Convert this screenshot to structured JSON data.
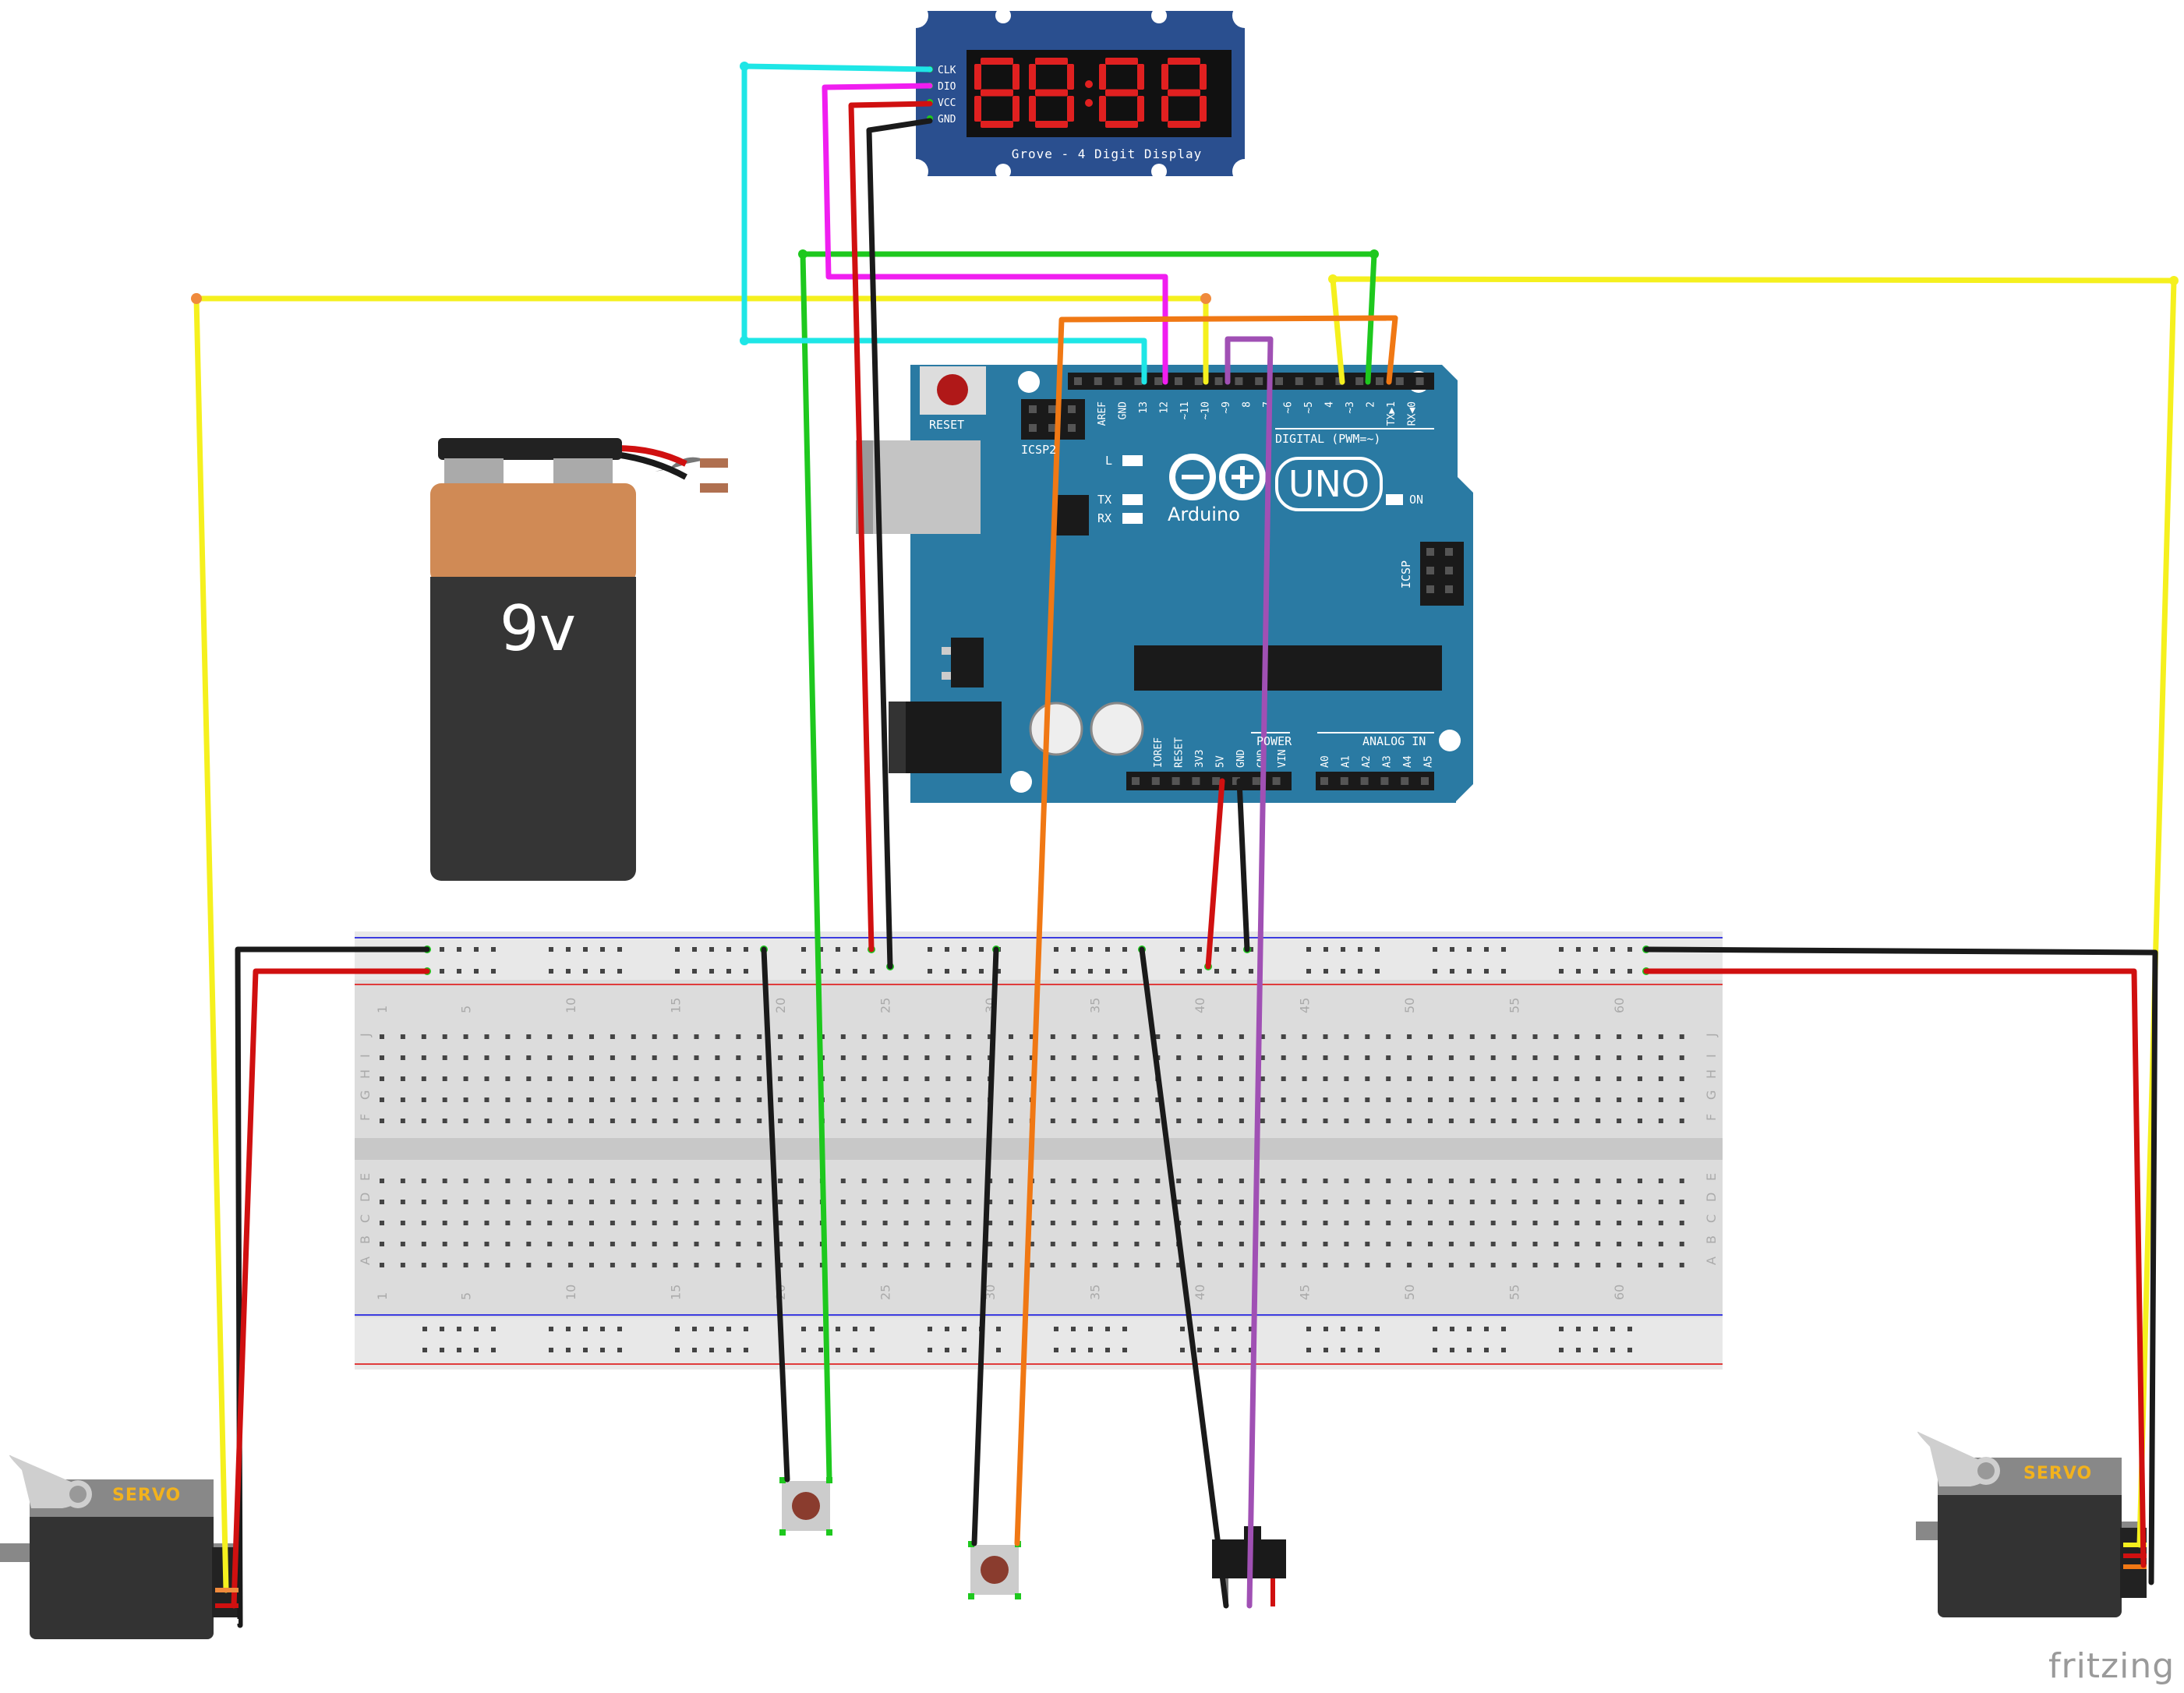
{
  "display": {
    "pins": [
      "CLK",
      "DIO",
      "VCC",
      "GND"
    ],
    "digits": "8888",
    "label": "Grove - 4 Digit Display"
  },
  "battery": {
    "label": "9v"
  },
  "arduino": {
    "model": "UNO",
    "brand": "Arduino",
    "reset_label": "RESET",
    "icsp2_label": "ICSP2",
    "icsp_label": "ICSP",
    "digital_label": "DIGITAL (PWM=~)",
    "power_label": "POWER",
    "analog_label": "ANALOG IN",
    "on_label": "ON",
    "l_label": "L",
    "tx_label": "TX",
    "rx_label": "RX",
    "digital_pins": [
      "AREF",
      "GND",
      "13",
      "12",
      "~11",
      "~10",
      "~9",
      "8",
      "7",
      "~6",
      "~5",
      "4",
      "~3",
      "2",
      "TX▶1",
      "RX◀0"
    ],
    "power_pins": [
      "IOREF",
      "RESET",
      "3V3",
      "5V",
      "GND",
      "GND",
      "VIN"
    ],
    "analog_pins": [
      "A0",
      "A1",
      "A2",
      "A3",
      "A4",
      "A5"
    ]
  },
  "breadboard": {
    "column_numbers": [
      "1",
      "5",
      "10",
      "15",
      "20",
      "25",
      "30",
      "35",
      "40",
      "45",
      "50",
      "55",
      "60"
    ],
    "rows_top": [
      "J",
      "I",
      "H",
      "G",
      "F"
    ],
    "rows_bottom": [
      "E",
      "D",
      "C",
      "B",
      "A"
    ]
  },
  "servos": [
    {
      "label": "SERVO"
    },
    {
      "label": "SERVO"
    }
  ],
  "branding": "fritzing",
  "wire_colors": {
    "yellow": "#f5f01e",
    "green": "#1ec81e",
    "cyan": "#1ee6e6",
    "magenta": "#f01ef0",
    "red": "#d01010",
    "black": "#1a1a1a",
    "orange": "#f07814",
    "purple": "#a050b4"
  },
  "colors": {
    "arduino_board": "#2a7aa3",
    "display_board": "#2a4f8f",
    "digit_red": "#e02020",
    "breadboard": "#dcdcdc",
    "battery_copper": "#d08a55",
    "battery_body": "#353535",
    "servo_body": "#333333"
  }
}
